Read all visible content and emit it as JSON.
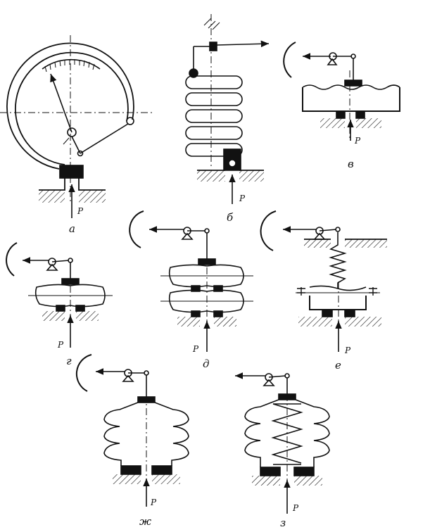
{
  "labels": {
    "a": "а",
    "b": "б",
    "v": "в",
    "g": "г",
    "d": "д",
    "e": "е",
    "zh": "ж",
    "z": "з"
  },
  "pressure_label": "P",
  "colors": {
    "ink": "#111111",
    "paper": "#ffffff"
  }
}
